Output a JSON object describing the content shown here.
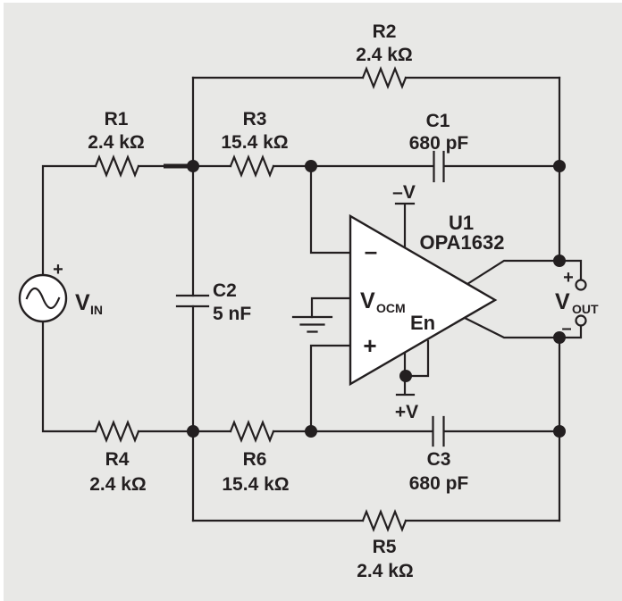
{
  "colors": {
    "background": "#e8e8e6",
    "ink": "#231f20"
  },
  "components": {
    "R1": {
      "ref": "R1",
      "value": "2.4 kΩ"
    },
    "R2": {
      "ref": "R2",
      "value": "2.4 kΩ"
    },
    "R3": {
      "ref": "R3",
      "value": "15.4 kΩ"
    },
    "R4": {
      "ref": "R4",
      "value": "2.4 kΩ"
    },
    "R5": {
      "ref": "R5",
      "value": "2.4 kΩ"
    },
    "R6": {
      "ref": "R6",
      "value": "15.4 kΩ"
    },
    "C1": {
      "ref": "C1",
      "value": "680 pF"
    },
    "C2": {
      "ref": "C2",
      "value": "5 nF"
    },
    "C3": {
      "ref": "C3",
      "value": "680 pF"
    }
  },
  "input_source": {
    "polarity": "+",
    "label": "V",
    "label_sub": "IN"
  },
  "opamp": {
    "designator": "U1",
    "part": "OPA1632",
    "inverting": "–",
    "noninverting": "+",
    "vocm": "V",
    "vocm_sub": "OCM",
    "enable": "En",
    "neg_supply": "–V",
    "pos_supply": "+V"
  },
  "output": {
    "pos_terminal": "+",
    "neg_terminal": "–",
    "label": "V",
    "label_sub": "OUT"
  }
}
